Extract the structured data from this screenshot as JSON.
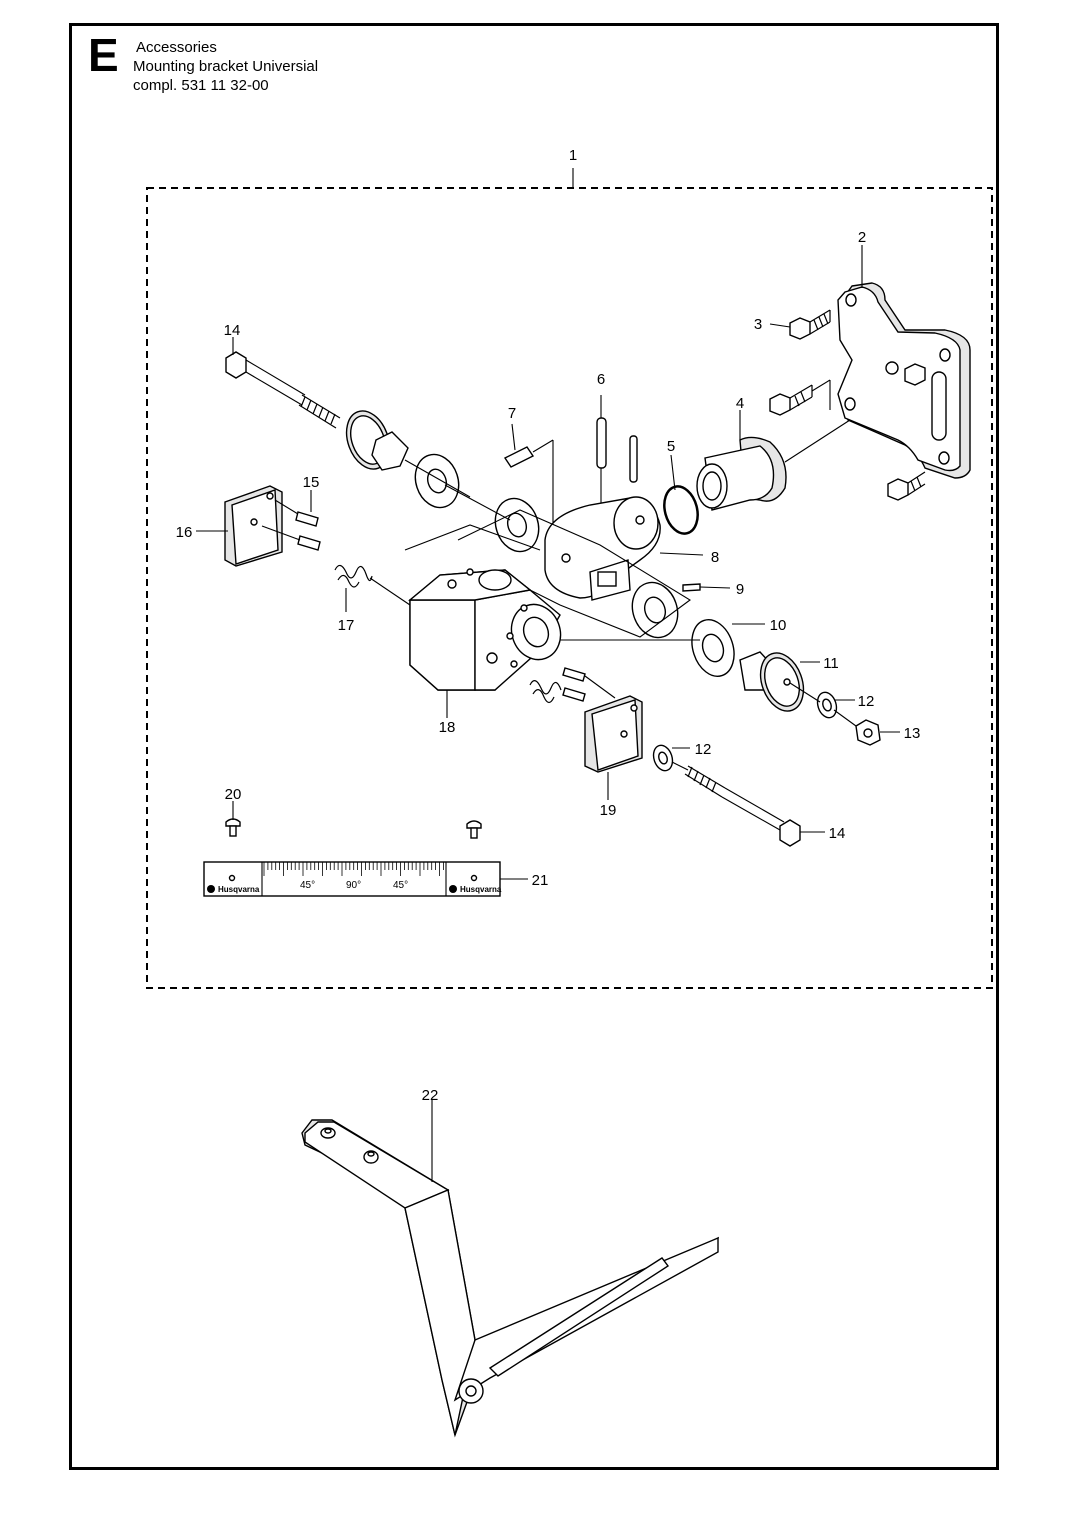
{
  "header": {
    "section_letter": "E",
    "category": "Accessories",
    "title_line1": "Mounting bracket Universial",
    "title_line2": "compl. 531 11 32-00"
  },
  "diagram": {
    "callouts": [
      {
        "id": "c1",
        "text": "1"
      },
      {
        "id": "c2",
        "text": "2"
      },
      {
        "id": "c3",
        "text": "3"
      },
      {
        "id": "c4",
        "text": "4"
      },
      {
        "id": "c5",
        "text": "5"
      },
      {
        "id": "c6",
        "text": "6"
      },
      {
        "id": "c7",
        "text": "7"
      },
      {
        "id": "c8",
        "text": "8"
      },
      {
        "id": "c9",
        "text": "9"
      },
      {
        "id": "c10",
        "text": "10"
      },
      {
        "id": "c11",
        "text": "11"
      },
      {
        "id": "c12a",
        "text": "12"
      },
      {
        "id": "c12b",
        "text": "12"
      },
      {
        "id": "c13",
        "text": "13"
      },
      {
        "id": "c14a",
        "text": "14"
      },
      {
        "id": "c14b",
        "text": "14"
      },
      {
        "id": "c15",
        "text": "15"
      },
      {
        "id": "c16",
        "text": "16"
      },
      {
        "id": "c17",
        "text": "17"
      },
      {
        "id": "c18",
        "text": "18"
      },
      {
        "id": "c19",
        "text": "19"
      },
      {
        "id": "c20",
        "text": "20"
      },
      {
        "id": "c21",
        "text": "21"
      },
      {
        "id": "c22",
        "text": "22"
      }
    ],
    "scale_labels": [
      "45°",
      "90°",
      "45°"
    ],
    "logo_text": "Husqvarna"
  }
}
